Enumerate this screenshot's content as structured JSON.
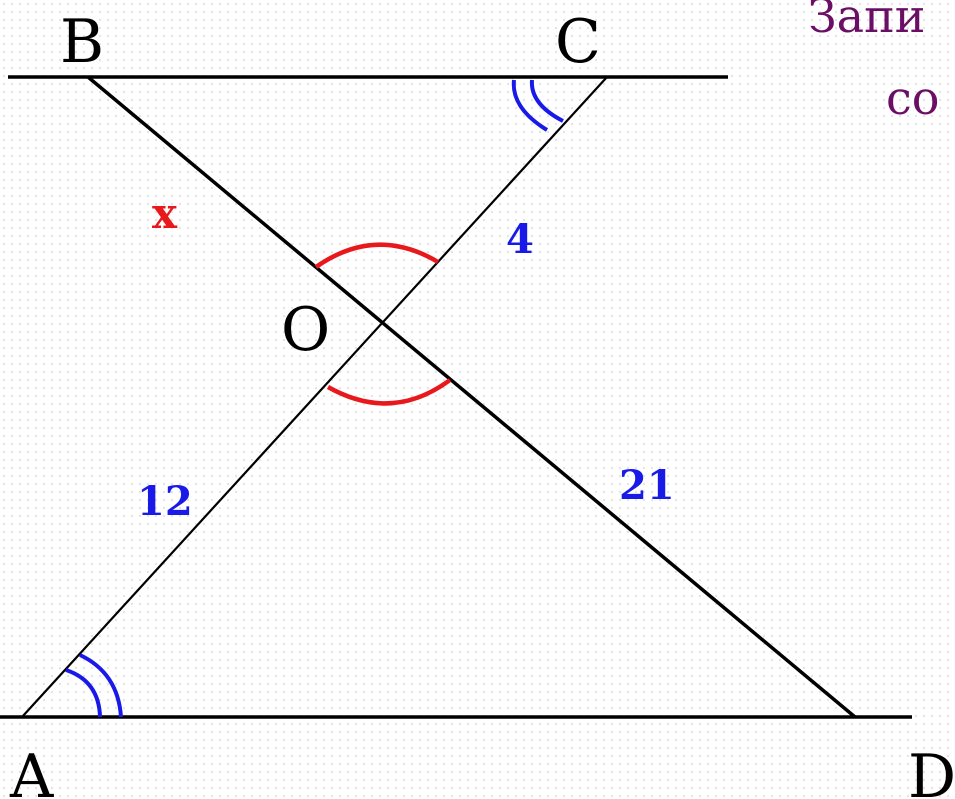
{
  "points": {
    "A": "A",
    "B": "B",
    "C": "C",
    "D": "D",
    "O": "O"
  },
  "segments": {
    "BO": "x",
    "CO": "4",
    "AO": "12",
    "OD": "21"
  },
  "side_text": {
    "line1": "Запи",
    "line2": "со"
  },
  "colors": {
    "line": "#000000",
    "vertical_angle_mark": "#e8191c",
    "parallel_angle_mark": "#1a1ae8",
    "segment_label": "#1a1ae8",
    "unknown_label": "#e8191c",
    "side_text": "#6b0f66"
  }
}
